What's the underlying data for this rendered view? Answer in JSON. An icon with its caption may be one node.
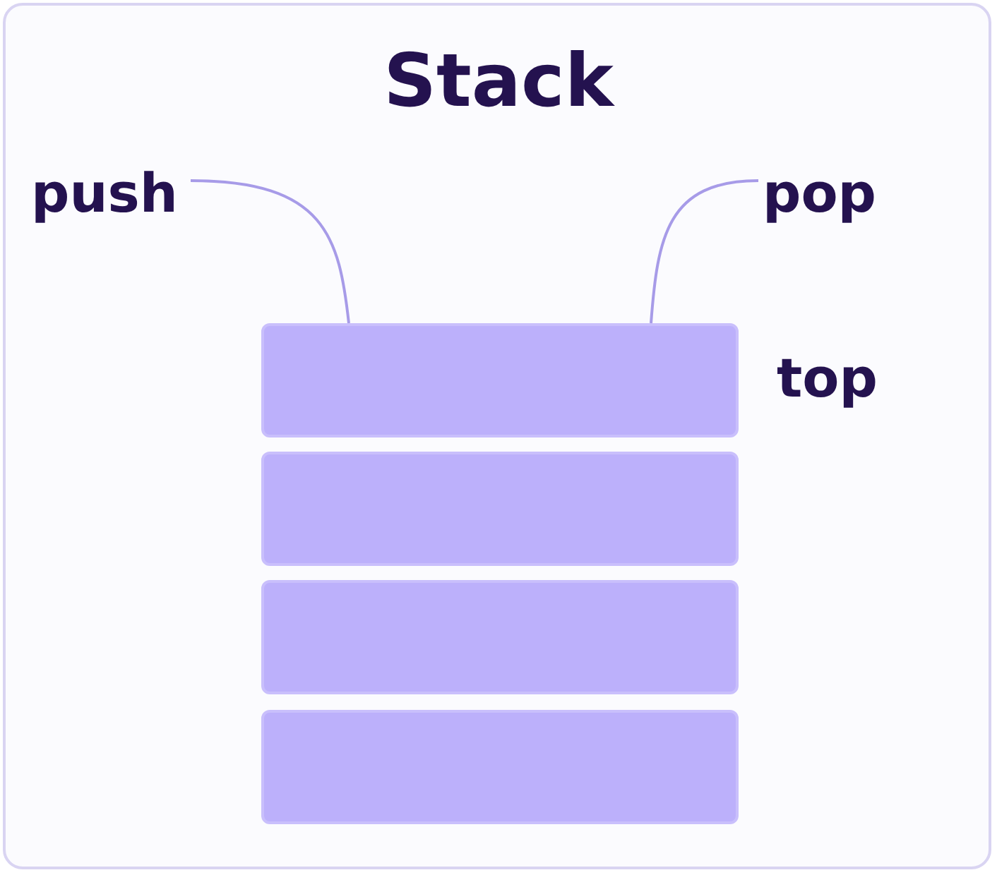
{
  "diagram": {
    "title": "Stack",
    "nodes": [
      {
        "text": [
          "push"
        ]
      },
      {
        "text": [
          "pop"
        ]
      },
      {
        "text": [],
        "shape": "box",
        "beside": [
          "top"
        ]
      },
      {
        "text": [],
        "shape": "box"
      },
      {
        "text": [],
        "shape": "box"
      },
      {
        "text": [],
        "shape": "box"
      }
    ],
    "edges": [
      {
        "from": 0,
        "to": 2,
        "arrow": "none"
      },
      {
        "from": 1,
        "to": 2,
        "arrow": "none"
      }
    ]
  }
}
